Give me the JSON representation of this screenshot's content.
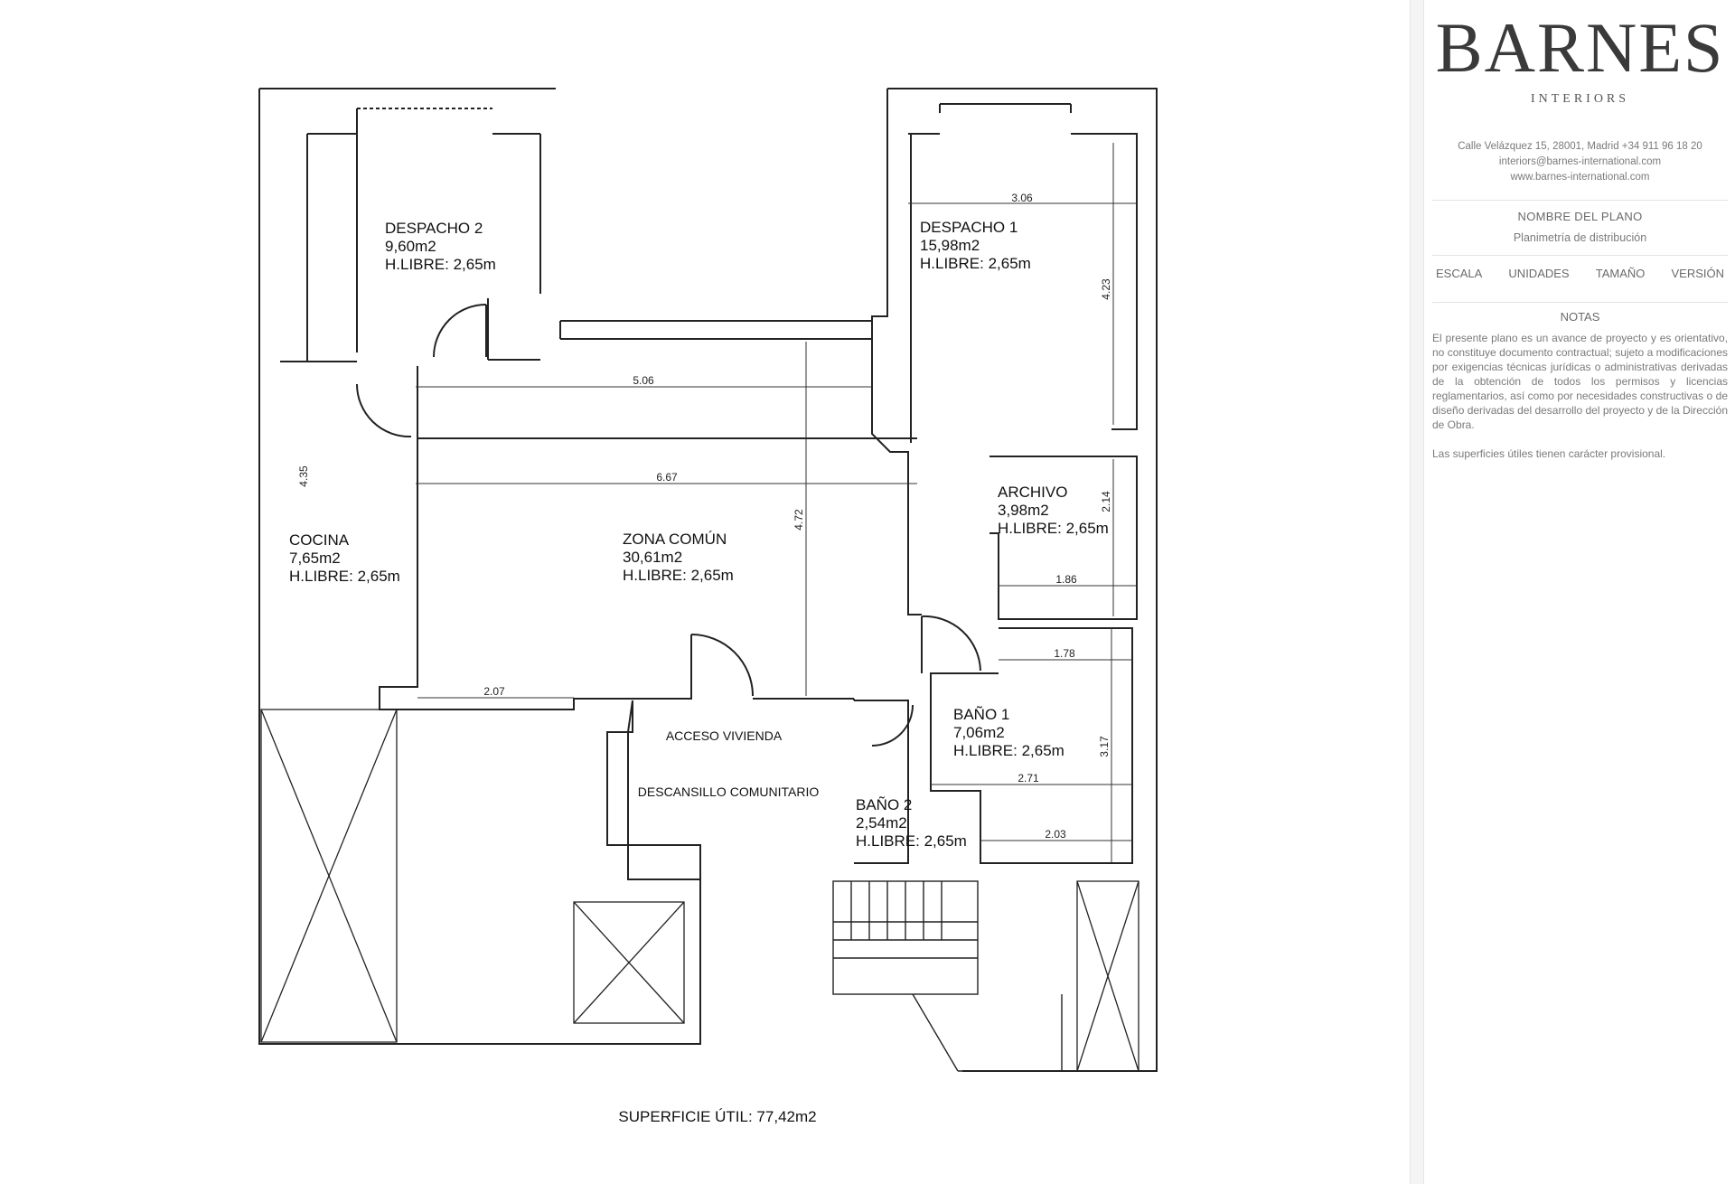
{
  "brand": {
    "name": "BARNES",
    "subtitle": "INTERIORS",
    "address": "Calle Velázquez 15, 28001, Madrid +34 911 96 18 20",
    "email": "interiors@barnes-international.com",
    "website": "www.barnes-international.com"
  },
  "plan_info": {
    "name_label": "NOMBRE DEL PLANO",
    "name_value": "Planimetría de distribución",
    "meta_labels": [
      "ESCALA",
      "UNIDADES",
      "TAMAÑO",
      "VERSIÓN"
    ],
    "notes_label": "NOTAS",
    "notes_text": "El presente plano es un avance de proyecto y es orientativo, no constituye documento contractual; sujeto a modificaciones por exigencias técnicas jurídicas o administrativas derivadas de la obtención de todos los permisos y licencias reglamentarios, así como por necesidades constructivas o de diseño derivadas del desarrollo del proyecto y de la Dirección de Obra.",
    "notes_text2": "Las superficies útiles tienen carácter provisional."
  },
  "rooms": {
    "despacho2": {
      "name": "DESPACHO 2",
      "area": "9,60m2",
      "height": "H.LIBRE: 2,65m"
    },
    "despacho1": {
      "name": "DESPACHO 1",
      "area": "15,98m2",
      "height": "H.LIBRE: 2,65m"
    },
    "archivo": {
      "name": "ARCHIVO",
      "area": "3,98m2",
      "height": "H.LIBRE: 2,65m"
    },
    "cocina": {
      "name": "COCINA",
      "area": "7,65m2",
      "height": "H.LIBRE: 2,65m"
    },
    "zona_comun": {
      "name": "ZONA COMÚN",
      "area": "30,61m2",
      "height": "H.LIBRE: 2,65m"
    },
    "bano1": {
      "name": "BAÑO 1",
      "area": "7,06m2",
      "height": "H.LIBRE: 2,65m"
    },
    "bano2": {
      "name": "BAÑO 2",
      "area": "2,54m2",
      "height": "H.LIBRE: 2,65m"
    }
  },
  "labels": {
    "acceso": "ACCESO VIVIENDA",
    "descansillo": "DESCANSILLO COMUNITARIO",
    "surface": "SUPERFICIE ÚTIL: 77,42m2"
  },
  "dimensions": {
    "d306": "3.06",
    "d423": "4.23",
    "d506": "5.06",
    "d667": "6.67",
    "d472": "4.72",
    "d435": "4.35",
    "d214": "2.14",
    "d186": "1.86",
    "d178": "1.78",
    "d317": "3.17",
    "d271": "2.71",
    "d203": "2.03",
    "d207": "2.07"
  }
}
